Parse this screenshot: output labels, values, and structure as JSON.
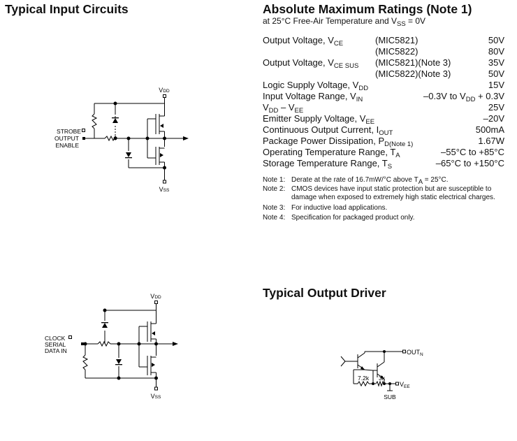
{
  "input_circuits": {
    "title": "Typical Input Circuits",
    "top": {
      "vdd_main": "V",
      "vdd_sub": "DD",
      "vss_main": "V",
      "vss_sub": "SS",
      "labels": [
        "STROBE",
        "OUTPUT",
        "ENABLE"
      ]
    },
    "bottom": {
      "vdd_main": "V",
      "vdd_sub": "DD",
      "vss_main": "V",
      "vss_sub": "SS",
      "labels": [
        "CLOCK",
        "SERIAL",
        "DATA IN"
      ]
    }
  },
  "ratings": {
    "title": "Absolute Maximum Ratings (Note 1)",
    "subtitle_prefix": "at 25°C Free-Air Temperature and V",
    "subtitle_sub": "SS",
    "subtitle_suffix": " = 0V",
    "rows": [
      {
        "param_main": "Output Voltage, V",
        "param_sub": "CE",
        "model": "(MIC5821)",
        "value": "50V"
      },
      {
        "param_main": "",
        "param_sub": "",
        "model": "(MIC5822)",
        "value": "80V"
      },
      {
        "param_main": "Output Voltage, V",
        "param_sub": "CE SUS",
        "model": "(MIC5821)(Note 3)",
        "value": "35V"
      },
      {
        "param_main": "",
        "param_sub": "",
        "model": "(MIC5822)(Note 3)",
        "value": "50V"
      },
      {
        "param_main": "Logic Supply Voltage, V",
        "param_sub": "DD",
        "model": "",
        "value": "15V"
      },
      {
        "param_main": "Input Voltage Range, V",
        "param_sub": "IN",
        "model": "",
        "value_a": "–0.3V to V",
        "value_sub": "DD",
        "value_b": " + 0.3V"
      },
      {
        "param_main": "V",
        "param_sub": "DD",
        "param_mid": " – V",
        "param_sub2": "EE",
        "model": "",
        "value": "25V"
      },
      {
        "param_main": "Emitter Supply Voltage, V",
        "param_sub": "EE",
        "model": "",
        "value": "–20V"
      },
      {
        "param_main": "Continuous Output Current, I",
        "param_sub": "OUT",
        "model": "",
        "value": "500mA"
      },
      {
        "param_main": "Package Power Dissipation, P",
        "param_sub": "D(Note 1)",
        "model": "",
        "value": "1.67W"
      },
      {
        "param_main": "Operating Temperature Range, T",
        "param_sub": "A",
        "model": "",
        "value": "–55°C to +85°C"
      },
      {
        "param_main": "Storage Temperature Range, T",
        "param_sub": "S",
        "model": "",
        "value": "–65°C to +150°C"
      }
    ],
    "notes": [
      {
        "label": "Note 1:",
        "text_a": "Derate at the rate of 16.7mW/°C above T",
        "text_sub": "A",
        "text_b": " = 25°C."
      },
      {
        "label": "Note 2:",
        "text_a": "CMOS devices have input static protection but are susceptible to damage when exposed to extremely high static electrical charges.",
        "text_sub": "",
        "text_b": ""
      },
      {
        "label": "Note 3:",
        "text_a": "For inductive load applications.",
        "text_sub": "",
        "text_b": ""
      },
      {
        "label": "Note 4:",
        "text_a": "Specification for packaged product only.",
        "text_sub": "",
        "text_b": ""
      }
    ]
  },
  "output_driver": {
    "title": "Typical Output Driver",
    "out_main": "OUT",
    "out_sub": "N",
    "vee_main": "V",
    "vee_sub": "EE",
    "r1": "7.2k",
    "r2": "3k",
    "sub_label": "SUB"
  }
}
